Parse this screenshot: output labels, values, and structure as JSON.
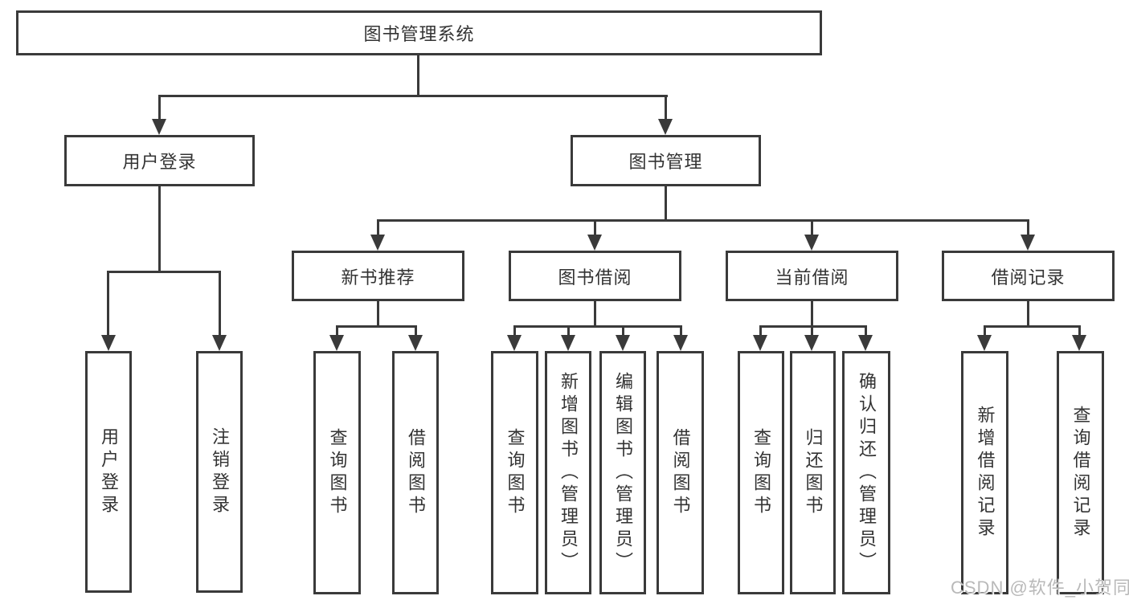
{
  "tree": {
    "root": "图书管理系统",
    "branches": [
      {
        "label": "用户登录",
        "children": [
          "用户登录",
          "注销登录"
        ]
      },
      {
        "label": "图书管理",
        "children": [
          {
            "label": "新书推荐",
            "children": [
              "查询图书",
              "借阅图书"
            ]
          },
          {
            "label": "图书借阅",
            "children": [
              "查询图书",
              "新增图书（管理员）",
              "编辑图书（管理员）",
              "借阅图书"
            ]
          },
          {
            "label": "当前借阅",
            "children": [
              "查询图书",
              "归还图书",
              "确认归还（管理员）"
            ]
          },
          {
            "label": "借阅记录",
            "children": [
              "新增借阅记录",
              "查询借阅记录"
            ]
          }
        ]
      }
    ]
  },
  "watermark": "CSDN @软件_小贺同学",
  "colors": {
    "line": "#3a3a3a",
    "box_border": "#3a3a3a",
    "text": "#333333",
    "watermark": "#b9b9b9",
    "background": "#ffffff"
  }
}
